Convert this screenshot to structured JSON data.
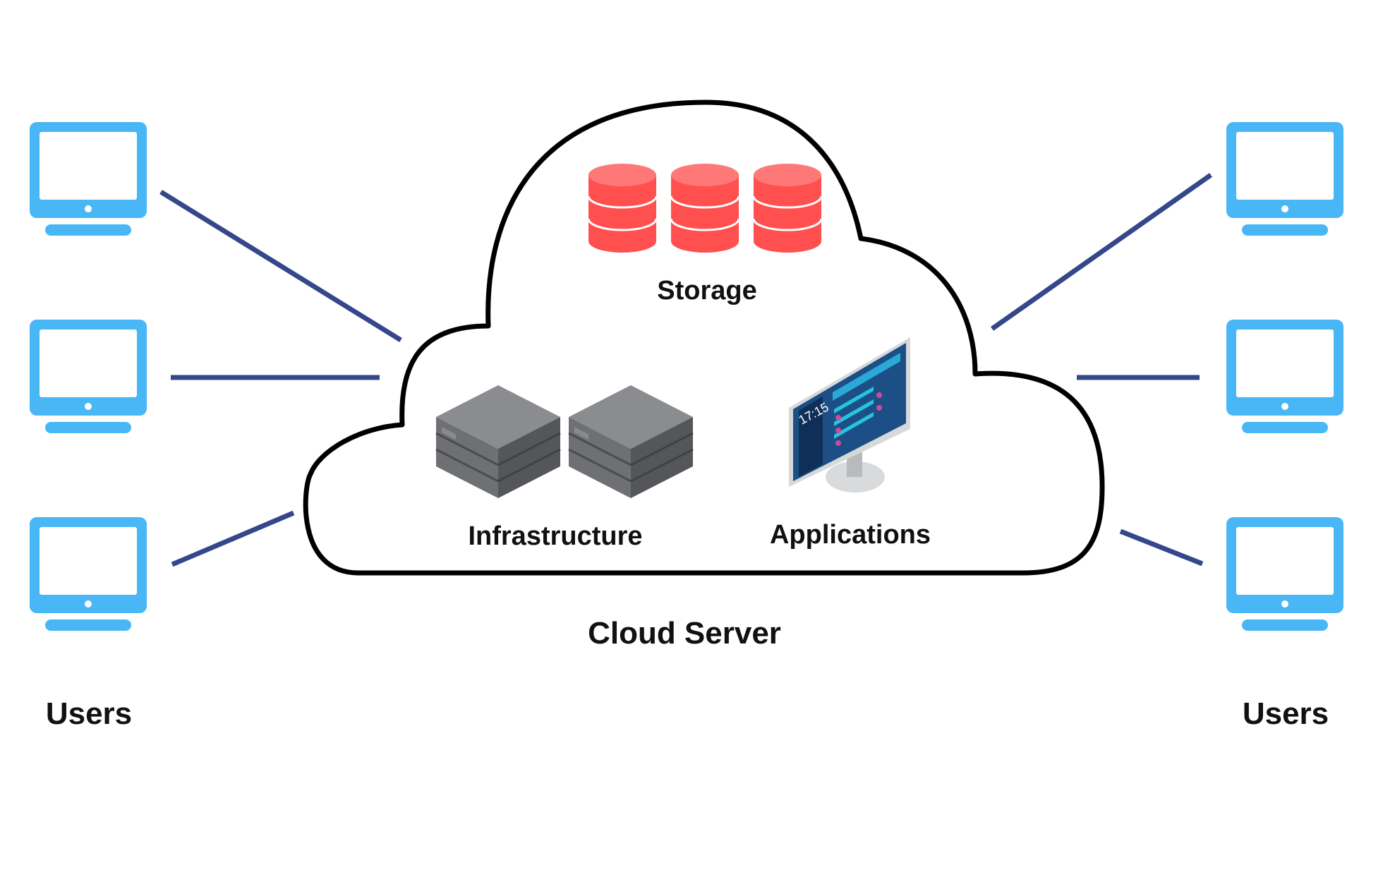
{
  "diagram": {
    "title": "Cloud Server",
    "components": {
      "storage": "Storage",
      "infrastructure": "Infrastructure",
      "applications": "Applications"
    },
    "app_screen_time": "17:15",
    "users_left_label": "Users",
    "users_right_label": "Users",
    "users_per_side": 3,
    "colors": {
      "monitor": "#49b6f5",
      "connector": "#34478a",
      "storage": "#ff5a5a",
      "server": "#6e7074",
      "cloud_outline": "#000000"
    }
  }
}
